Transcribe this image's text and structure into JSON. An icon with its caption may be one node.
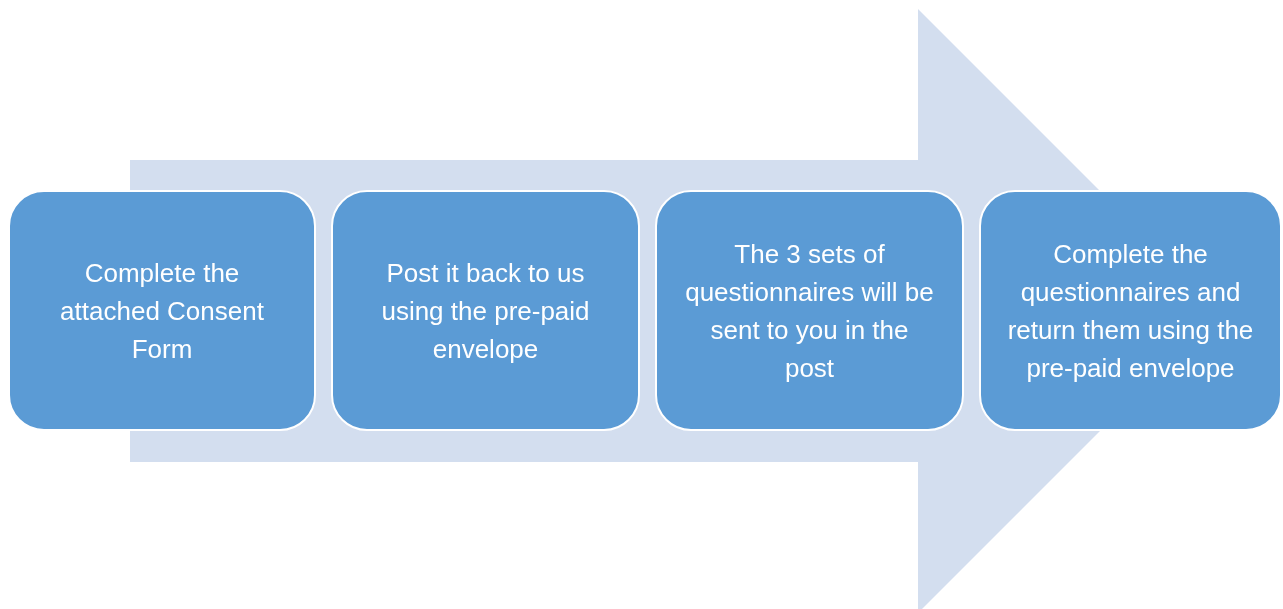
{
  "diagram": {
    "nodes": [
      {
        "text": [
          "Complete the attached Consent Form"
        ]
      },
      {
        "text": [
          "Post it back to us using the pre-paid envelope"
        ]
      },
      {
        "text": [
          "The 3 sets of questionnaires will be sent to you in the post"
        ]
      },
      {
        "text": [
          "Complete the questionnaires and return them using the pre-paid envelope"
        ]
      }
    ],
    "edges": [
      {
        "from": 0,
        "to": 3,
        "arrow": "to",
        "style": "thick"
      }
    ]
  }
}
